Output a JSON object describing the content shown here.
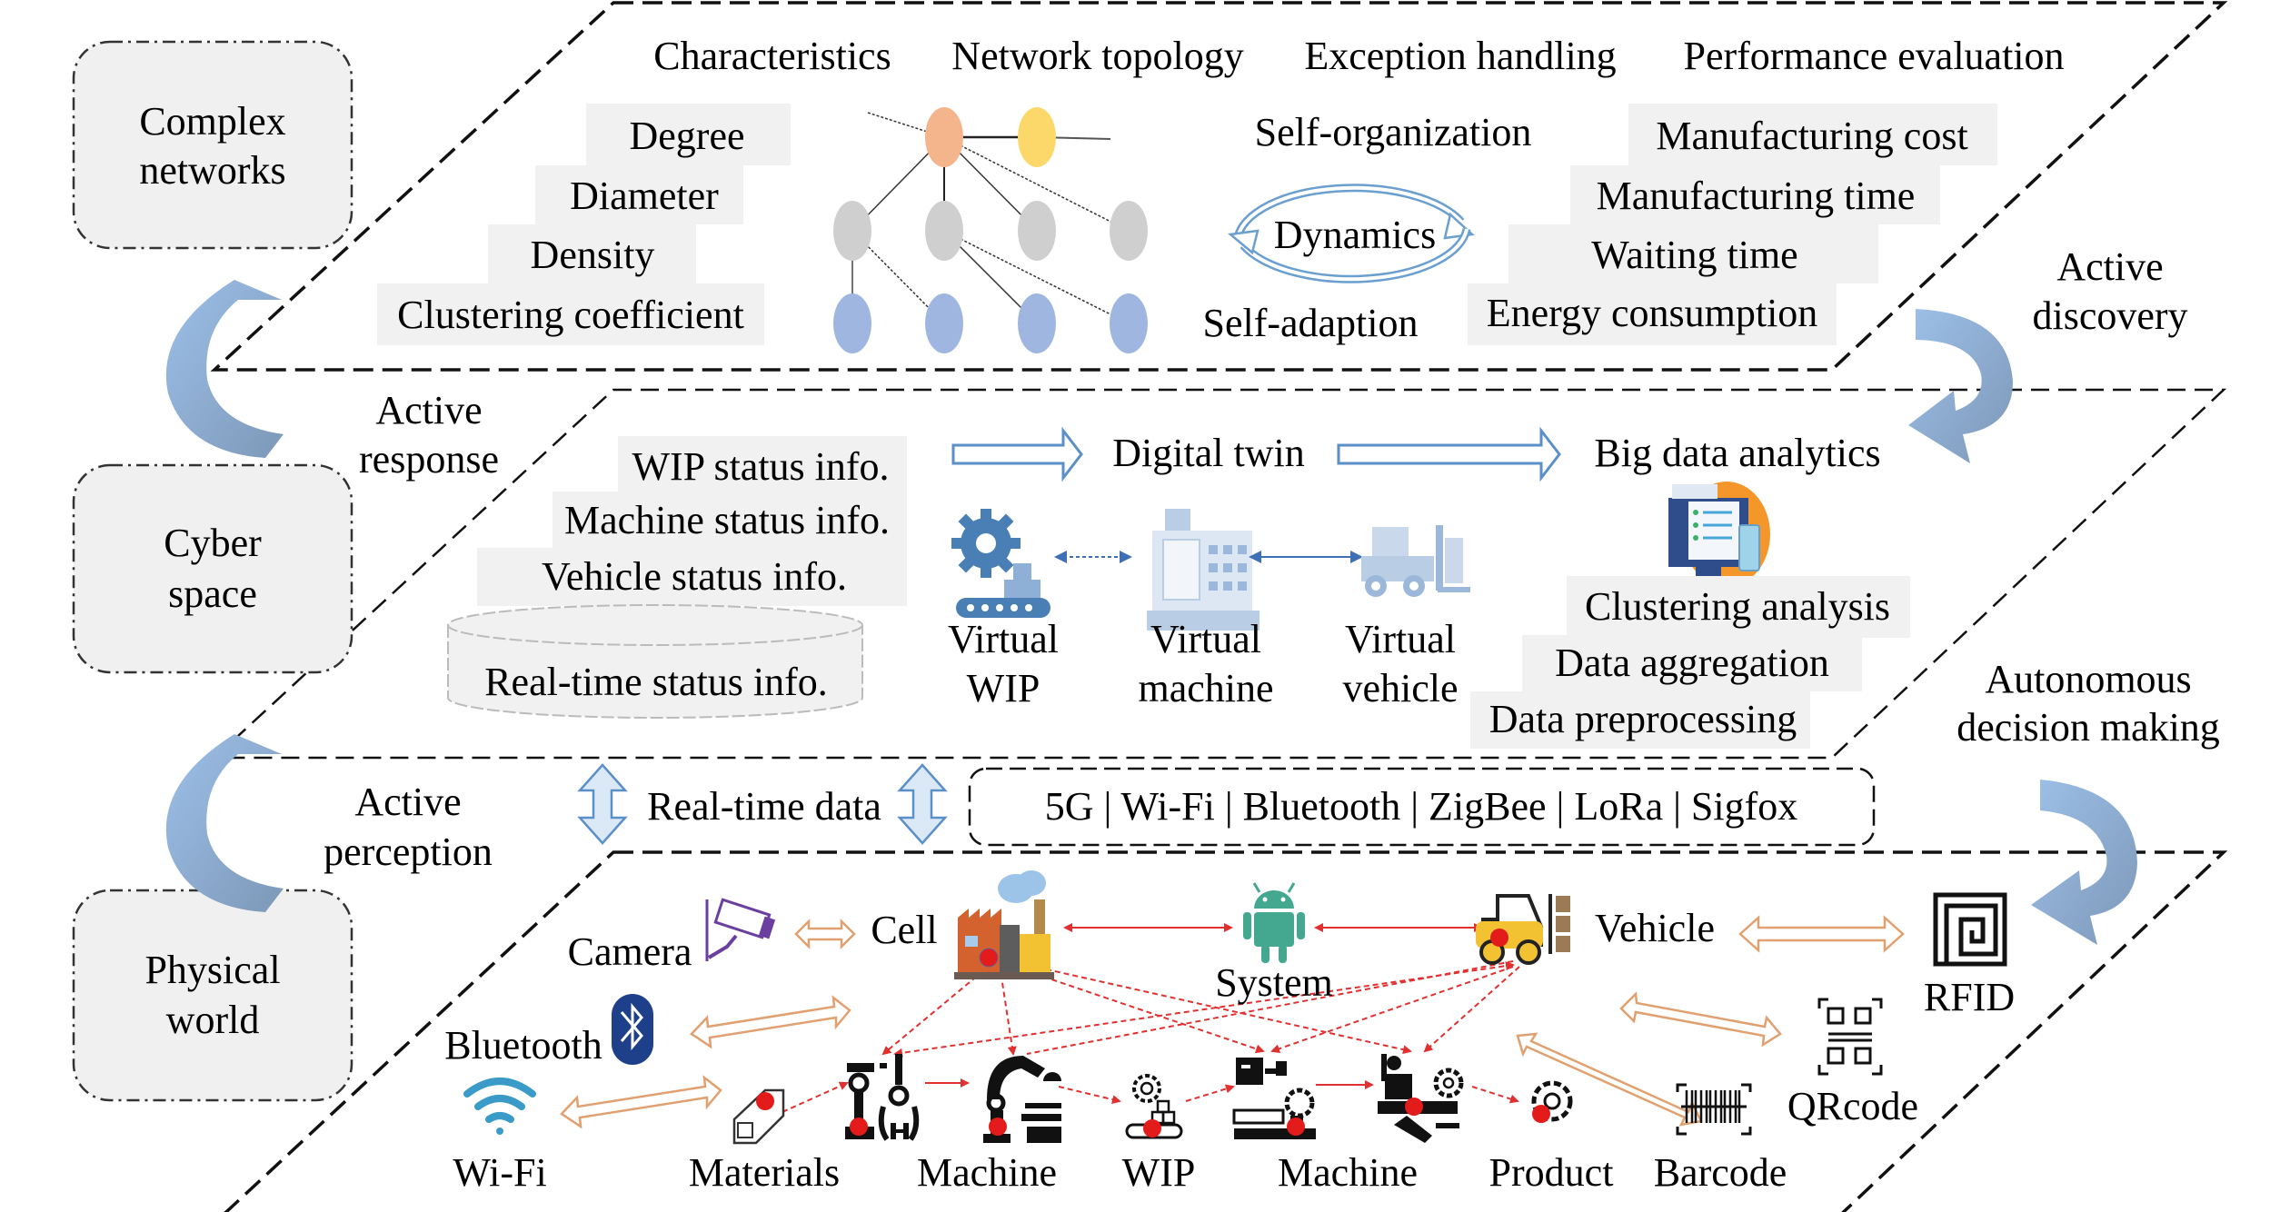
{
  "layers": {
    "complex_networks": {
      "label_lines": [
        "Complex",
        "networks"
      ],
      "headers": [
        "Characteristics",
        "Network topology",
        "Exception handling",
        "Performance evaluation"
      ],
      "characteristics": [
        "Degree",
        "Diameter",
        "Density",
        "Clustering coefficient"
      ],
      "exception_handling": {
        "top": "Self-organization",
        "center": "Dynamics",
        "bottom": "Self-adaption"
      },
      "performance": [
        "Manufacturing cost",
        "Manufacturing time",
        "Waiting time",
        "Energy consumption"
      ],
      "topology_colors": {
        "root": "#f4b48c",
        "peer": "#fcd86a",
        "level2": "#cfcfcf",
        "level3": "#9fb6e0"
      }
    },
    "cyber_space": {
      "label_lines": [
        "Cyber",
        "space"
      ],
      "status_info": [
        "WIP status info.",
        "Machine status info.",
        "Vehicle status info."
      ],
      "database": "Real-time status info.",
      "digital_twin": "Digital twin",
      "big_data": "Big data analytics",
      "virtual_entities": [
        {
          "line1": "Virtual",
          "line2": "WIP"
        },
        {
          "line1": "Virtual",
          "line2": "machine"
        },
        {
          "line1": "Virtual",
          "line2": "vehicle"
        }
      ],
      "analytics": [
        "Clustering analysis",
        "Data aggregation",
        "Data preprocessing"
      ]
    },
    "physical_world": {
      "label_lines": [
        "Physical",
        "world"
      ],
      "sensors": {
        "camera": "Camera",
        "bluetooth": "Bluetooth",
        "wifi": "Wi-Fi",
        "rfid": "RFID",
        "qrcode": "QRcode",
        "barcode": "Barcode"
      },
      "entities": {
        "cell": "Cell",
        "system": "System",
        "vehicle": "Vehicle"
      },
      "flow": [
        "Materials",
        "Machine",
        "WIP",
        "Machine",
        "Product"
      ]
    }
  },
  "transitions": {
    "active_response": [
      "Active",
      "response"
    ],
    "active_perception": [
      "Active",
      "perception"
    ],
    "active_discovery": [
      "Active",
      "discovery"
    ],
    "autonomous_decision": [
      "Autonomous",
      "decision making"
    ],
    "realtime_data": "Real-time data",
    "protocols": "5G | Wi-Fi | Bluetooth | ZigBee | LoRa | Sigfox"
  },
  "colors": {
    "curved_arrow": "#8fb3de",
    "curved_arrow_dark": "#7d98b8",
    "link_red": "#e03030",
    "link_orange": "#e0a070",
    "box_gray": "#f1f1f1"
  }
}
